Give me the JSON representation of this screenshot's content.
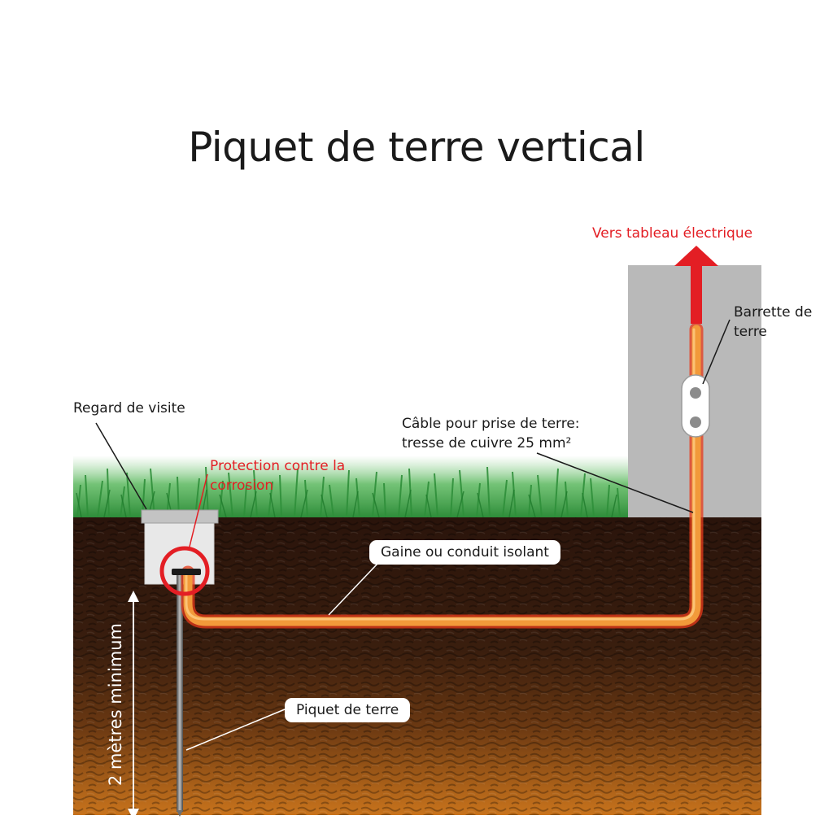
{
  "title": "Piquet de terre vertical",
  "labels": {
    "vers_tableau": "Vers tableau électrique",
    "barrette_line1": "Barrette de",
    "barrette_line2": "terre",
    "regard": "Regard de visite",
    "protection_line1": "Protection contre la",
    "protection_line2": "corrosion",
    "cable_line1": "Câble pour prise de terre:",
    "cable_line2": "tresse de cuivre 25 mm²",
    "gaine": "Gaine ou conduit isolant",
    "piquet": "Piquet de terre",
    "profondeur": "2 mètres minimum"
  },
  "colors": {
    "soil_top": "#2a140b",
    "soil_bottom": "#c8731c",
    "grass": "#2f9a3c",
    "wall": "#b9b9b9",
    "cable": "#f29a3a",
    "cable_glow": "#e83a1a",
    "accent_red": "#e31e24"
  }
}
